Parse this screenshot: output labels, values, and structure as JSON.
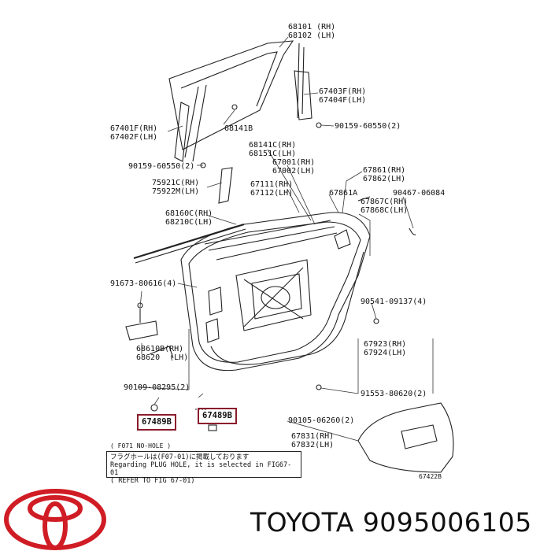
{
  "labels": {
    "p68101": "68101 (RH)",
    "p68102": "68102 (LH)",
    "p67403f": "67403F(RH)",
    "p67404f": "67404F(LH)",
    "p67401f": "67401F(RH)",
    "p67402f": "67402F(LH)",
    "p68141b": "68141B",
    "p90159a": "90159-60550(2)",
    "p68141c": "68141C(RH)",
    "p68151c": "68151C(LH)",
    "p90159b": "90159-60550(2)",
    "p67001": "67001(RH)",
    "p67002": "67002(LH)",
    "p67861": "67861(RH)",
    "p67862": "67862(LH)",
    "p75921c": "75921C(RH)",
    "p75922m": "75922M(LH)",
    "p67111": "67111(RH)",
    "p67112": "67112(LH)",
    "p67861a": "67861A",
    "p90467": "90467-06084",
    "p67867c": "67867C(RH)",
    "p67868c": "67868C(LH)",
    "p68160c": "68160C(RH)",
    "p68210c": "68210C(LH)",
    "p91673": "91673-80616(4)",
    "p90541": "90541-09137(4)",
    "p68610b": "68610B(RH)",
    "p68620": "68620  (LH)",
    "p67923": "67923(RH)",
    "p67924": "67924(LH)",
    "p90109": "90109-08295(2)",
    "p91553": "91553-80620(2)",
    "p67489b_a": "67489B",
    "p67489b_b": "67489B",
    "p90105": "90105-06260(2)",
    "p67831": "67831(RH)",
    "p67832": "67832(LH)"
  },
  "note": {
    "title": "( F071 NO-HOLE )",
    "line1": "フラグホールは(F07-01)に掲載しております",
    "line2": "Regarding PLUG HOLE, it is selected in FIG67-01",
    "line3": "( REFER TO FIG 67-01)"
  },
  "figure_number": "67422B",
  "brand": "TOYOTA 9095006105",
  "colors": {
    "highlight_border": "#8b1c2c",
    "logo_red": "#d01c24"
  }
}
